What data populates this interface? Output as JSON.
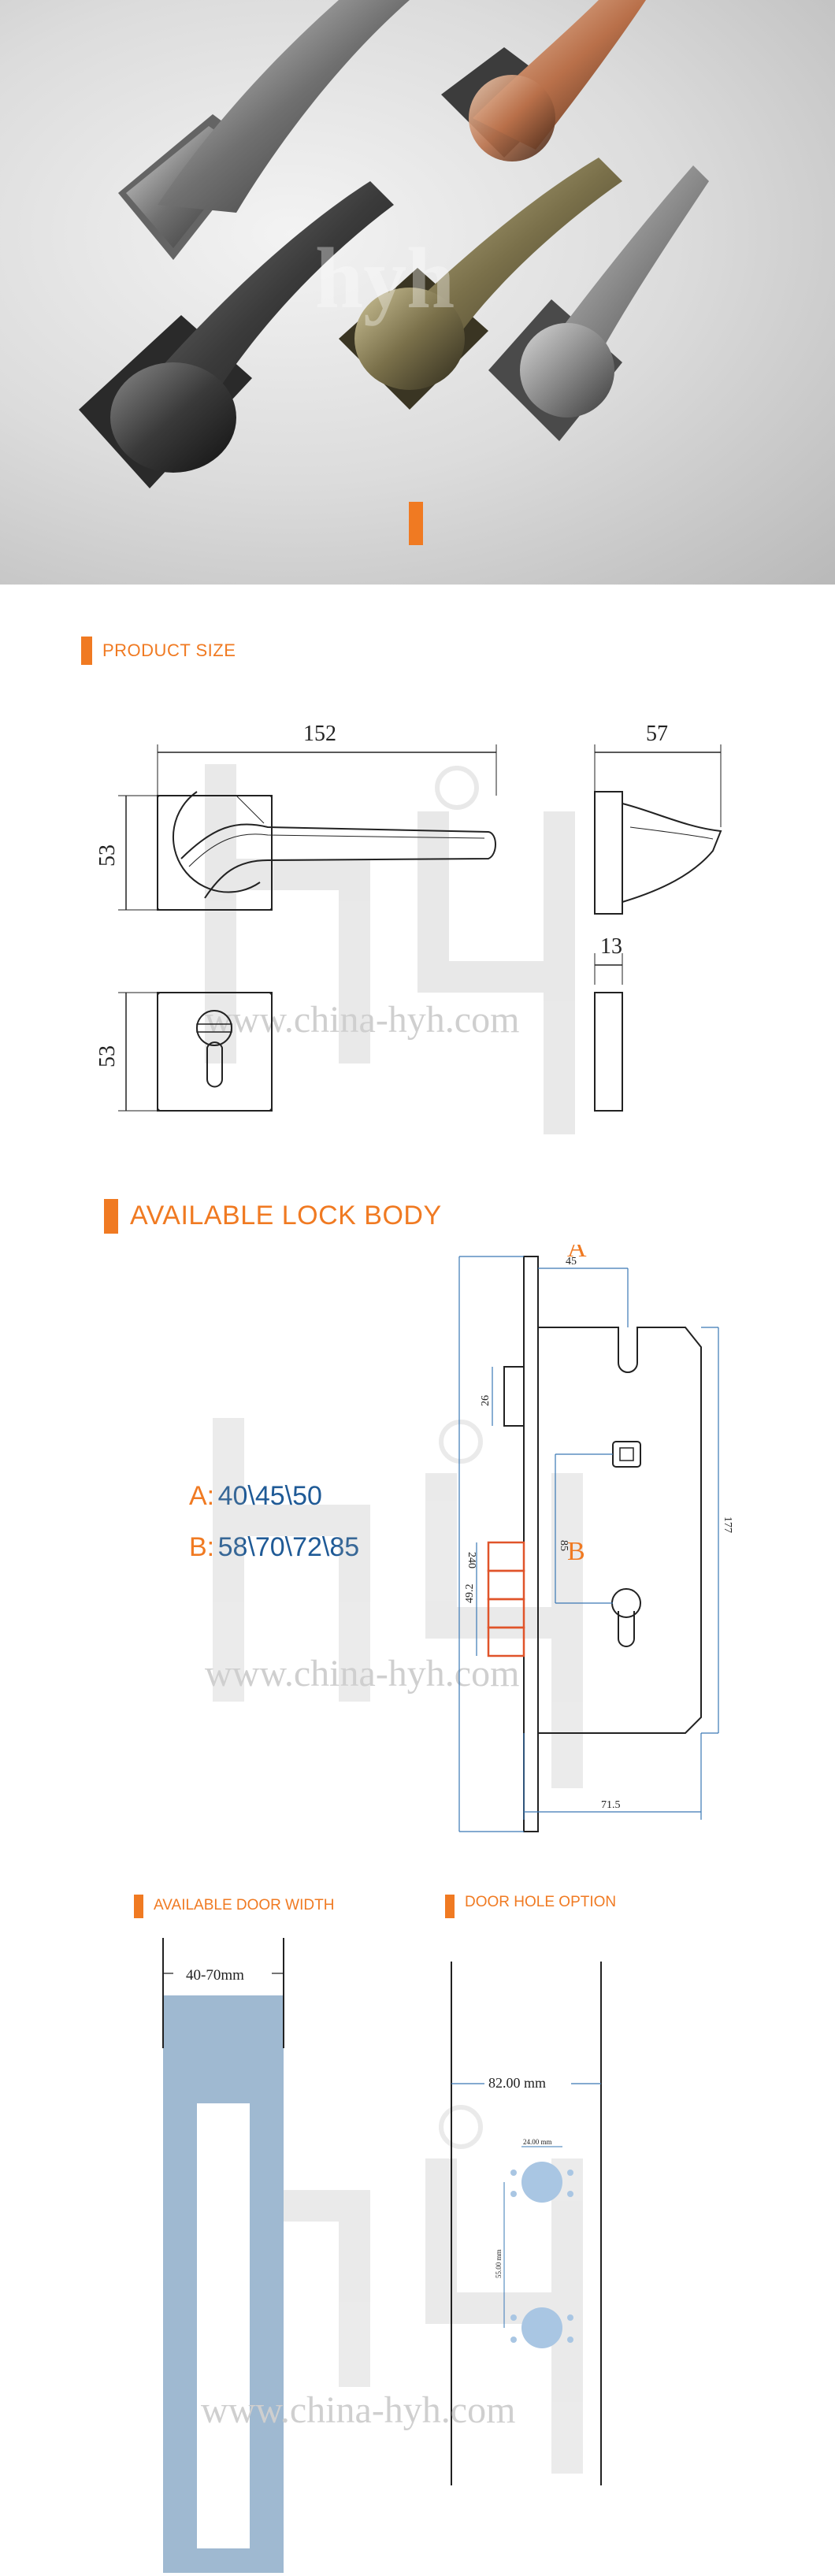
{
  "hero": {
    "watermark": "hyh"
  },
  "product_size": {
    "title": "PRODUCT SIZE",
    "dim_width": "152",
    "dim_depth": "57",
    "dim_height_handle": "53",
    "dim_height_plate": "53",
    "dim_plate_thickness": "13"
  },
  "lock_body": {
    "title": "AVAILABLE LOCK BODY",
    "option_a_label": "A:",
    "option_a_values": "40\\45\\50",
    "option_b_label": "B:",
    "option_b_values": "58\\70\\72\\85",
    "marker_a": "A",
    "marker_b": "B",
    "dim_45": "45",
    "dim_26": "26",
    "dim_240": "240",
    "dim_85": "85",
    "dim_492": "49.2",
    "dim_177": "177",
    "dim_715": "71.5"
  },
  "door_width": {
    "title": "AVAILABLE DOOR WIDTH",
    "range": "40-70mm"
  },
  "door_hole": {
    "title": "DOOR HOLE OPTION",
    "width": "82.00 mm",
    "hole_dia": "24.00 mm",
    "hole_spacing": "55.00 mm"
  },
  "watermark": {
    "url": "www.china-hyh.com",
    "logo": "hyh"
  },
  "colors": {
    "accent": "#f07a22",
    "blue_text": "#1f5a96",
    "door_blue": "#9fb9d1"
  }
}
